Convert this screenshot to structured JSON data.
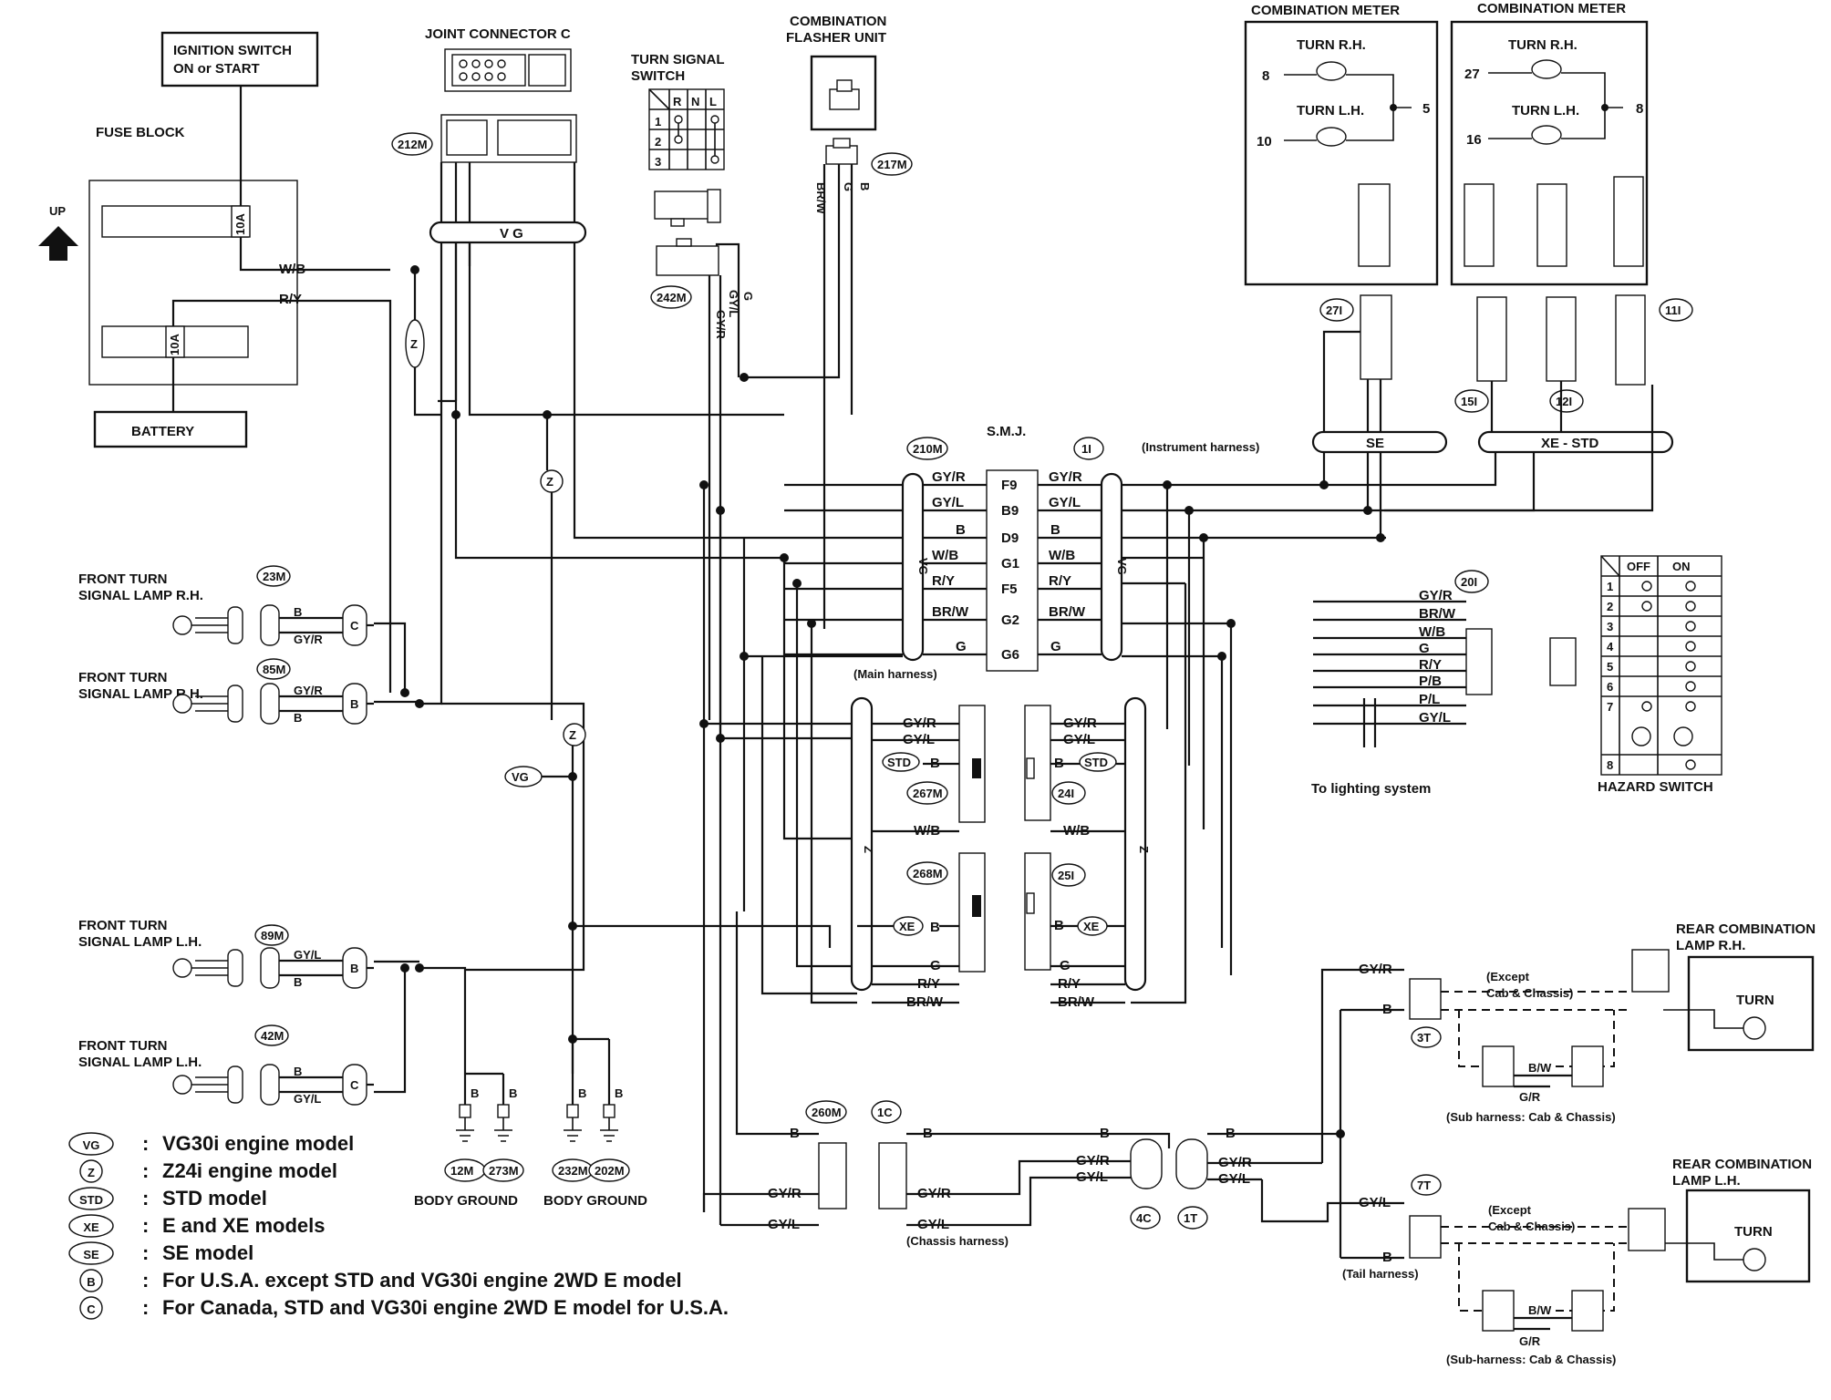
{
  "titles": {
    "ignition_switch": [
      "IGNITION SWITCH",
      "ON or START"
    ],
    "fuse_block": "FUSE BLOCK",
    "battery": "BATTERY",
    "joint_connector": "JOINT  CONNECTOR  C",
    "turn_signal_switch": [
      "TURN SIGNAL",
      "SWITCH"
    ],
    "flasher": [
      "COMBINATION",
      "FLASHER UNIT"
    ],
    "meter_left": "COMBINATION METER",
    "meter_right": "COMBINATION METER",
    "smj": "S.M.J.",
    "instrument_harness": "(Instrument harness)",
    "main_harness": "(Main harness)",
    "hazard_switch": "HAZARD SWITCH",
    "to_lighting": "To lighting system",
    "body_ground_1": "BODY GROUND",
    "body_ground_2": "BODY GROUND",
    "chassis_harness": "(Chassis harness)",
    "tail_harness": "(Tail harness)",
    "rear_rh": [
      "REAR COMBINATION",
      "LAMP R.H."
    ],
    "rear_lh": [
      "REAR COMBINATION",
      "LAMP L.H."
    ],
    "turn": "TURN",
    "except_cab": [
      "(Except",
      "Cab & Chassis)"
    ],
    "sub_harness_1": "(Sub harness:  Cab & Chassis)",
    "sub_harness_2": "(Sub-harness:  Cab & Chassis)",
    "front_lamps": [
      [
        "FRONT TURN",
        "SIGNAL LAMP R.H."
      ],
      [
        "FRONT TURN",
        "SIGNAL LAMP R.H."
      ],
      [
        "FRONT TURN",
        "SIGNAL LAMP L.H."
      ],
      [
        "FRONT TURN",
        "SIGNAL LAMP L.H."
      ]
    ],
    "up": "UP"
  },
  "meter_left_labels": {
    "rh": "TURN R.H.",
    "lh": "TURN L.H.",
    "p1": "8",
    "p2": "10",
    "p3": "5"
  },
  "meter_right_labels": {
    "rh": "TURN R.H.",
    "lh": "TURN L.H.",
    "p1": "27",
    "p2": "16",
    "p3": "8"
  },
  "fuse_labels": [
    "10A",
    "10A"
  ],
  "connectors": {
    "c212M": "212M",
    "c217M": "217M",
    "c242M": "242M",
    "c210M": "210M",
    "c1I": "1I",
    "c23M": "23M",
    "c85M": "85M",
    "c89M": "89M",
    "c42M": "42M",
    "c267M": "267M",
    "c268M": "268M",
    "c24I": "24I",
    "c25I": "25I",
    "c27I": "27I",
    "c15I": "15I",
    "c12I": "12I",
    "c11I": "11I",
    "c20I": "20I",
    "c12M": "12M",
    "c273M": "273M",
    "c232M": "232M",
    "c202M": "202M",
    "c260M": "260M",
    "c1C": "1C",
    "c4C": "4C",
    "c1T": "1T",
    "c3T": "3T",
    "c7T": "7T"
  },
  "buses": {
    "vg_top": "V G",
    "vg_mid_l": "VG",
    "vg_mid_r": "VG",
    "z_l": "Z",
    "z_r": "Z",
    "se": "SE",
    "xe_std": "XE - STD"
  },
  "switch_table": {
    "cols": [
      "R",
      "N",
      "L"
    ],
    "rows": [
      "1",
      "2",
      "3"
    ]
  },
  "hazard_table": {
    "cols": [
      "OFF",
      "ON"
    ],
    "rows": [
      "1",
      "2",
      "3",
      "4",
      "5",
      "6",
      "7",
      "8"
    ]
  },
  "smj_rows": [
    {
      "left": "GY/R",
      "pin": "F9",
      "right": "GY/R"
    },
    {
      "left": "GY/L",
      "pin": "B9",
      "right": "GY/L"
    },
    {
      "left": "B",
      "pin": "D9",
      "right": "B"
    },
    {
      "left": "W/B",
      "pin": "G1",
      "right": "W/B"
    },
    {
      "left": "R/Y",
      "pin": "F5",
      "right": "R/Y"
    },
    {
      "left": "BR/W",
      "pin": "G2",
      "right": "BR/W"
    },
    {
      "left": "G",
      "pin": "G6",
      "right": "G"
    }
  ],
  "conn20_wires": [
    "GY/R",
    "BR/W",
    "W/B",
    "G",
    "R/Y",
    "P/B",
    "P/L",
    "GY/L"
  ],
  "wire_labels": {
    "wb": "W/B",
    "ry": "R/Y",
    "b": "B",
    "gyr": "GY/R",
    "gyl": "GY/L",
    "g": "G",
    "brw": "BR/W",
    "bw": "B/W",
    "gr": "G/R",
    "brw2": "BR/W"
  },
  "badges": {
    "std": "STD",
    "xe": "XE",
    "vg": "VG",
    "z": "Z"
  },
  "legend": [
    {
      "sym": "VG",
      "sep": ":",
      "text": "VG30i engine model"
    },
    {
      "sym": "Z",
      "sep": ":",
      "text": "Z24i engine model"
    },
    {
      "sym": "STD",
      "sep": ":",
      "text": "STD model"
    },
    {
      "sym": "XE",
      "sep": ":",
      "text": "E and XE models"
    },
    {
      "sym": "SE",
      "sep": ":",
      "text": "SE model"
    },
    {
      "sym": "B",
      "sep": ":",
      "text": "For U.S.A. except STD and VG30i engine 2WD E model"
    },
    {
      "sym": "C",
      "sep": ":",
      "text": "For Canada, STD and VG30i engine 2WD E model for U.S.A."
    }
  ]
}
